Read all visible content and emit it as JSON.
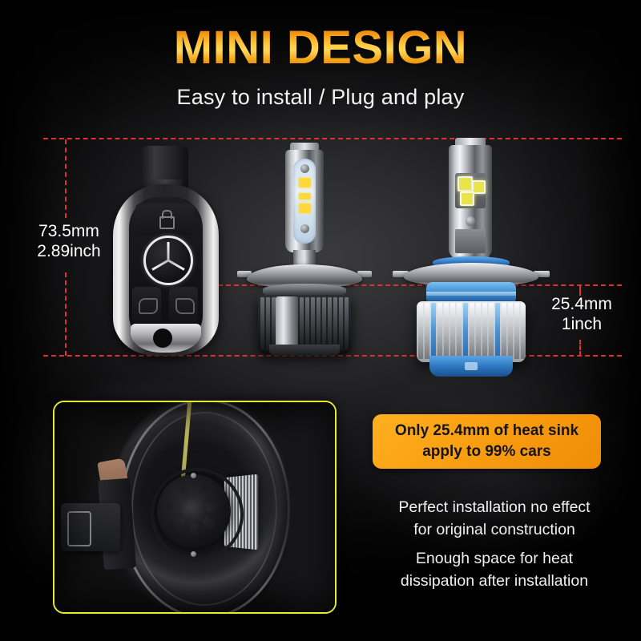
{
  "header": {
    "title": "MINI DESIGN",
    "subtitle": "Easy to install / Plug and play"
  },
  "measurements": {
    "left": {
      "mm": "73.5mm",
      "inch": "2.89inch"
    },
    "right": {
      "mm": "25.4mm",
      "inch": "1inch"
    }
  },
  "products": {
    "key_fob": {
      "name": "Mercedes-Benz car key fob",
      "brand_logo": "mercedes-star-logo",
      "buttons": [
        "lock-button",
        "unlock-button",
        "trunk-button"
      ]
    },
    "bulb_left": {
      "name": "LED headlight bulb H4 black heat sink"
    },
    "bulb_right": {
      "name": "LED headlight bulb H4 blue heat sink"
    }
  },
  "photo": {
    "caption": "headlight-housing-installation-photo"
  },
  "callout": {
    "line1": "Only  25.4mm of heat sink",
    "line2": "apply to 99% cars"
  },
  "copy": {
    "block1_line1": "Perfect installation no effect",
    "block1_line2": "for original construction",
    "block2_line1": "Enough space for heat",
    "block2_line2": "dissipation after installation"
  },
  "colors": {
    "title_gradient_top": "#e07a0a",
    "title_gradient_mid": "#ffd75c",
    "title_gradient_bottom": "#d9760a",
    "guide_line": "#e03030",
    "callout_bg": "#fba315",
    "photo_border": "#e8ea2e",
    "background": "#000000"
  }
}
